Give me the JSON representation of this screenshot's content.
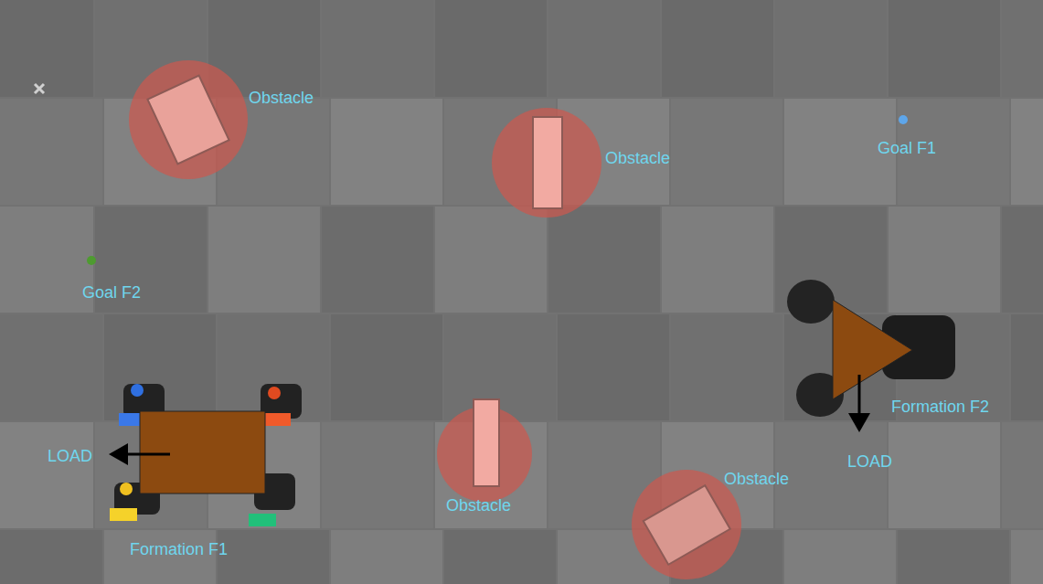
{
  "diagram": {
    "labels": [
      "Obstacle",
      "Obstacle",
      "Goal F1",
      "Goal F2",
      "LOAD",
      "Formation F2",
      "LOAD",
      "Obstacle",
      "Obstacle",
      "Formation F1"
    ]
  }
}
